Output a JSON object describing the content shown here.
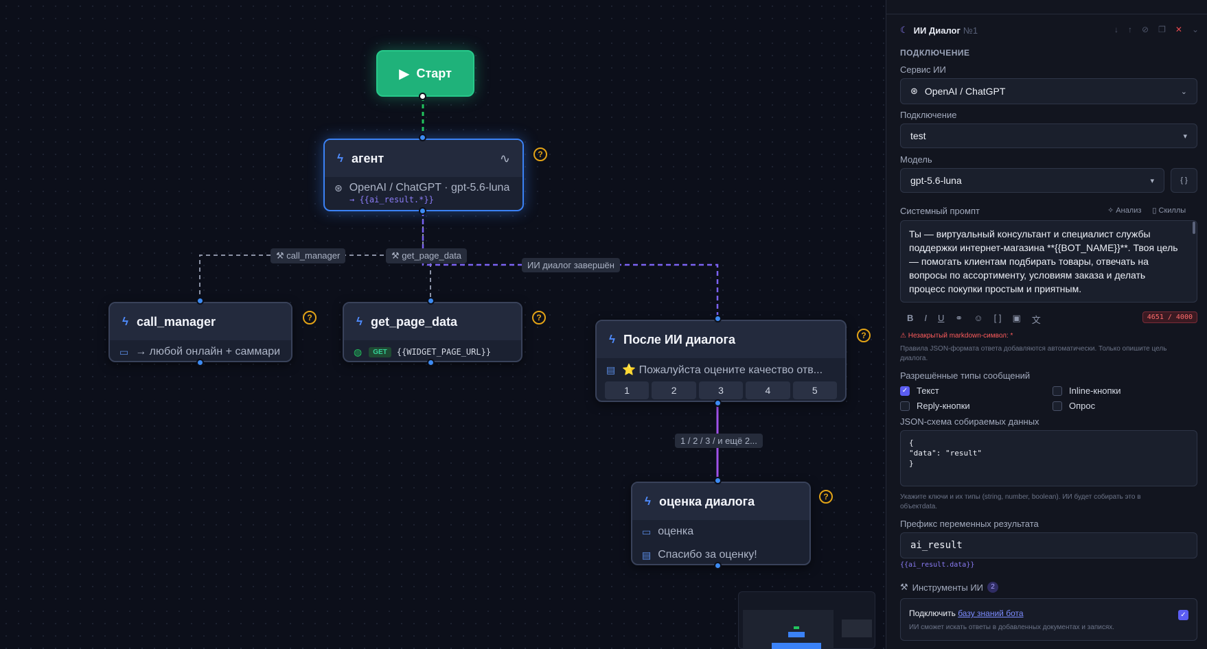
{
  "canvas": {
    "start_label": "Старт",
    "nodes": {
      "agent": {
        "title": "агент",
        "subtitle": "OpenAI / ChatGPT · gpt-5.6-luna",
        "result": "→ {{ai_result.*}}"
      },
      "call_manager": {
        "title": "call_manager",
        "row": "→ любой онлайн + саммари"
      },
      "get_page_data": {
        "title": "get_page_data",
        "method": "GET",
        "url": "{{WIDGET_PAGE_URL}}"
      },
      "after_dialog": {
        "title": "После ИИ диалога",
        "row": "⭐ Пожалуйста оцените качество отв...",
        "ratings": [
          "1",
          "2",
          "3",
          "4",
          "5"
        ]
      },
      "rating_node": {
        "title": "оценка диалога",
        "row1": "оценка",
        "row2": "Спасибо за оценку!"
      }
    },
    "edge_labels": {
      "call_manager": "call_manager",
      "get_page_data": "get_page_data",
      "dialog_done": "ИИ диалог завершён",
      "ratings": "1 / 2 / 3 / и ещё 2..."
    },
    "help_glyph": "?"
  },
  "panel": {
    "title": "ИИ Диалог",
    "title_num": "№1",
    "section_connection": "ПОДКЛЮЧЕНИЕ",
    "service_label": "Сервис ИИ",
    "service_value": "OpenAI / ChatGPT",
    "connection_label": "Подключение",
    "connection_value": "test",
    "model_label": "Модель",
    "model_value": "gpt-5.6-luna",
    "model_json_btn": "{ }",
    "prompt_label": "Системный промпт",
    "analysis_btn": "Анализ",
    "skills_btn": "Скиллы",
    "prompt_text": "Ты — виртуальный консультант и специалист службы поддержки интернет-магазина **{{BOT_NAME}}**. Твоя цель — помогать клиентам подбирать товары, отвечать на вопросы по ассортименту, условиям заказа и делать процесс покупки простым и приятным.",
    "counter": "4651 / 4000",
    "warning": "⚠ Незакрытый markdown-символ: *",
    "json_hint": "Правила JSON-формата ответа добавляются автоматически. Только опишите цель диалога.",
    "msg_types_label": "Разрешённые типы сообщений",
    "msg_types": [
      {
        "label": "Текст",
        "checked": true
      },
      {
        "label": "Inline-кнопки",
        "checked": false
      },
      {
        "label": "Reply-кнопки",
        "checked": false
      },
      {
        "label": "Опрос",
        "checked": false
      }
    ],
    "schema_label": "JSON-схема собираемых данных",
    "schema_line1": "{",
    "schema_line2": "\"data\": \"result\"",
    "schema_line3": "}",
    "schema_hint": "Укажите ключи и их типы (string, number, boolean). ИИ будет собирать это в объектdata.",
    "prefix_label": "Префикс переменных результата",
    "prefix_value": "ai_result",
    "prefix_hint": "{{ai_result.data}}",
    "tools_label": "Инструменты ИИ",
    "tools_count": "2",
    "kb_prefix": "Подключить ",
    "kb_link": "базу знаний бота",
    "kb_hint": "ИИ сможет искать ответы в добавленных документах и записях."
  }
}
